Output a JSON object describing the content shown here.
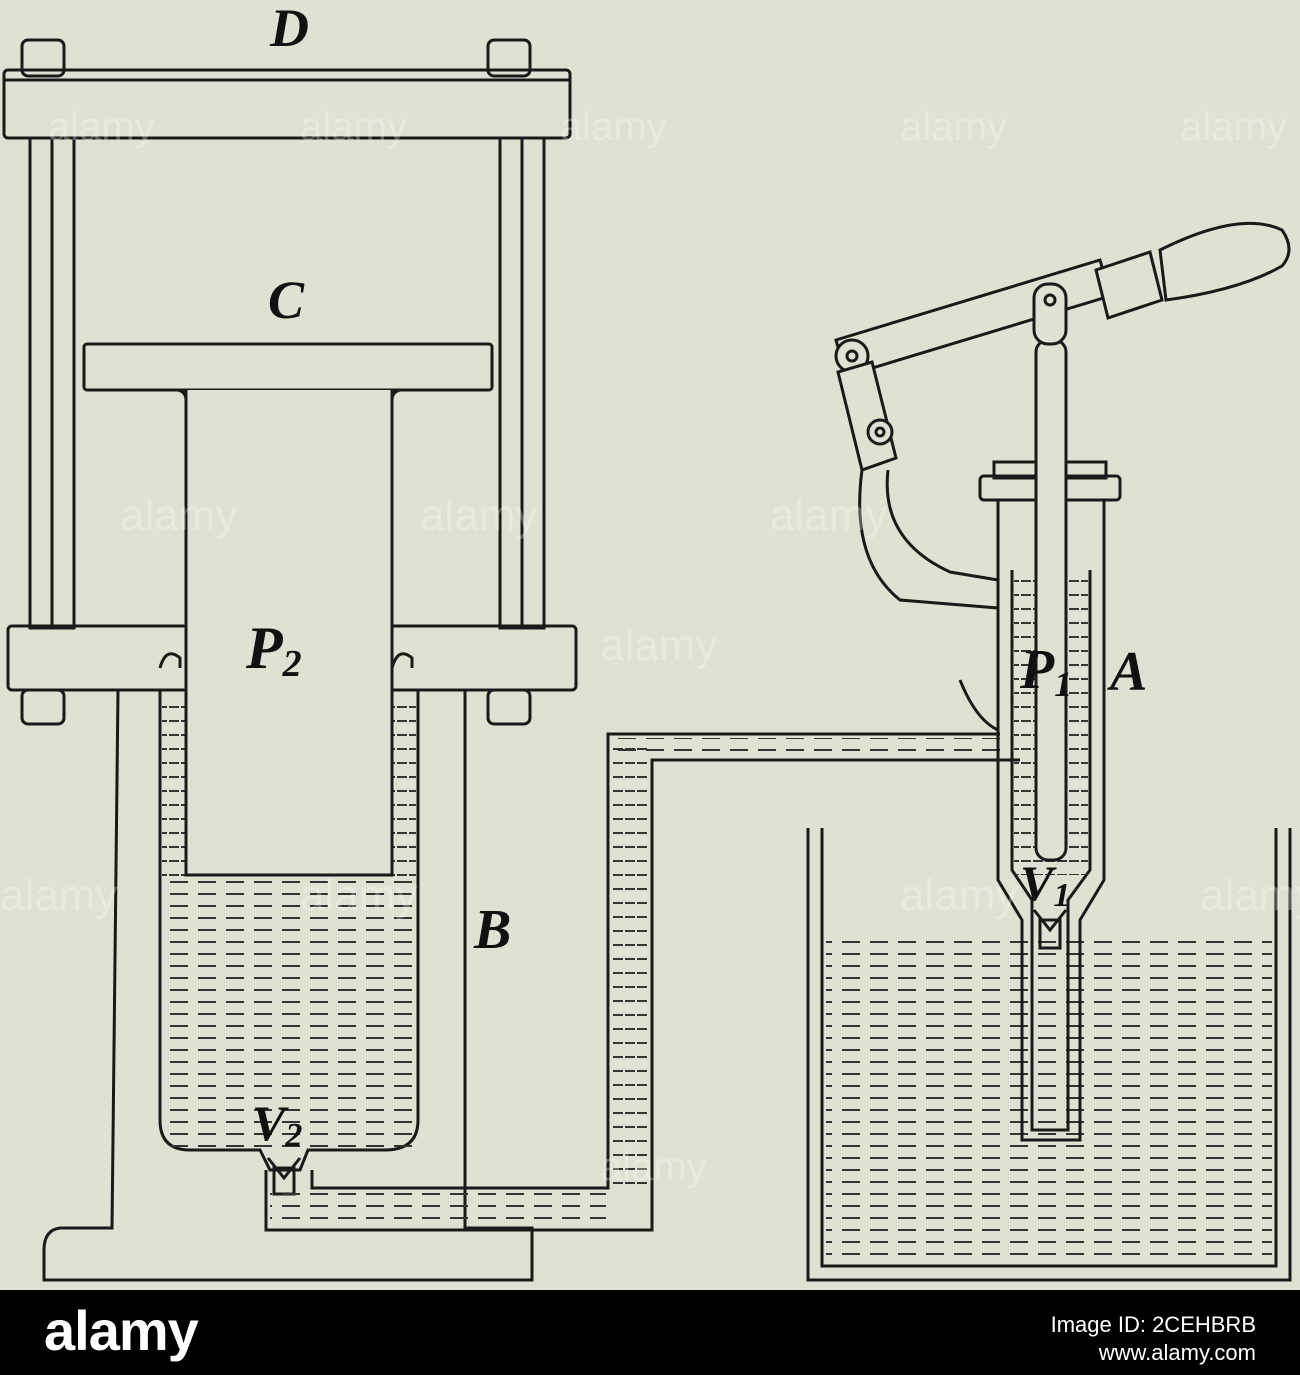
{
  "labels": {
    "D": "D",
    "C": "C",
    "P2": "P",
    "P2_sub": "2",
    "P1": "P",
    "P1_sub": "1",
    "A": "A",
    "B": "B",
    "V1": "V",
    "V1_sub": "1",
    "V2": "V",
    "V2_sub": "2"
  },
  "watermark": "alamy",
  "footer": {
    "brand": "alamy",
    "image_id": "Image ID: 2CEHBRB",
    "url": "www.alamy.com"
  },
  "colors": {
    "background": "#dfe1d3",
    "ink": "#1a1a1a",
    "footer": "#000000"
  }
}
